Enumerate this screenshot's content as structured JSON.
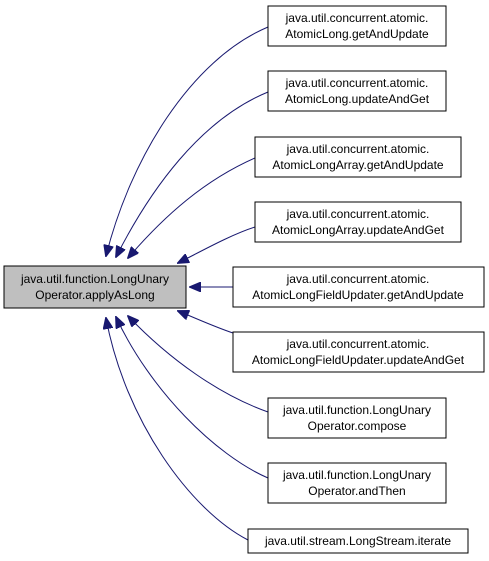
{
  "colors": {
    "edge": "#191970",
    "node_fill": "#ffffff",
    "focus_fill": "#bfbfbf",
    "border": "#000000"
  },
  "target": {
    "line1": "java.util.function.LongUnary",
    "line2": "Operator.applyAsLong"
  },
  "callers": [
    {
      "line1": "java.util.concurrent.atomic.",
      "line2": "AtomicLong.getAndUpdate"
    },
    {
      "line1": "java.util.concurrent.atomic.",
      "line2": "AtomicLong.updateAndGet"
    },
    {
      "line1": "java.util.concurrent.atomic.",
      "line2": "AtomicLongArray.getAndUpdate"
    },
    {
      "line1": "java.util.concurrent.atomic.",
      "line2": "AtomicLongArray.updateAndGet"
    },
    {
      "line1": "java.util.concurrent.atomic.",
      "line2": "AtomicLongFieldUpdater.getAndUpdate"
    },
    {
      "line1": "java.util.concurrent.atomic.",
      "line2": "AtomicLongFieldUpdater.updateAndGet"
    },
    {
      "line1": "java.util.function.LongUnary",
      "line2": "Operator.compose"
    },
    {
      "line1": "java.util.function.LongUnary",
      "line2": "Operator.andThen"
    },
    {
      "line1": "java.util.stream.LongStream.iterate",
      "line2": ""
    }
  ]
}
